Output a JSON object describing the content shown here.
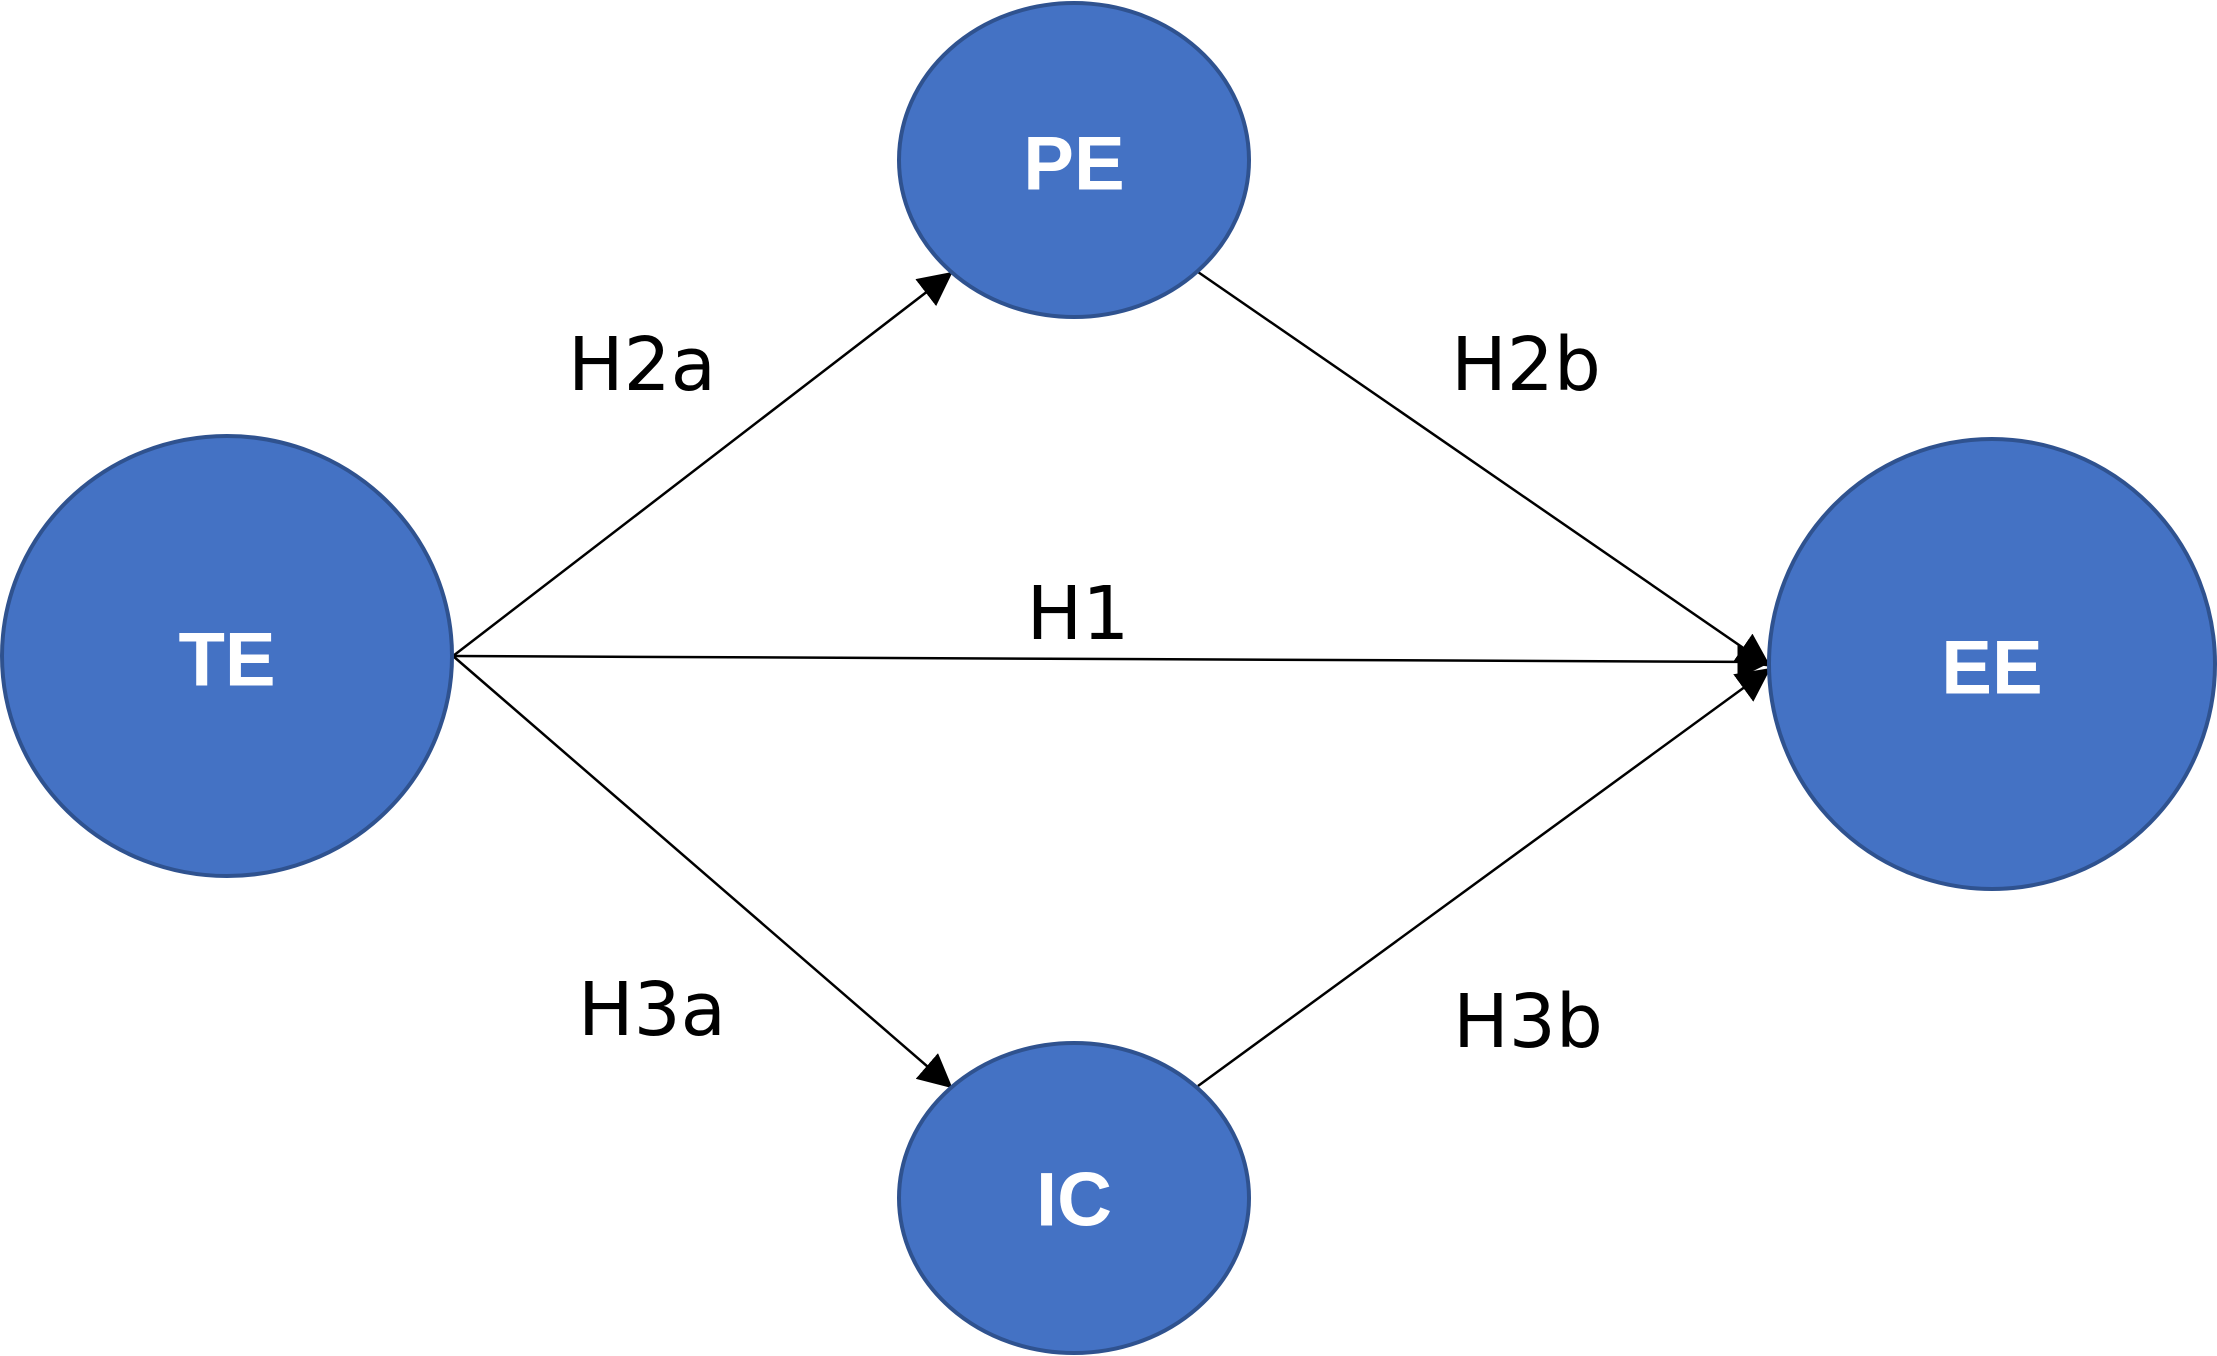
{
  "colors": {
    "node_fill": "#4472C4",
    "node_stroke": "#2F528F",
    "node_text": "#ffffff",
    "edge": "#000000",
    "edge_label_text": "#000000"
  },
  "nodes": {
    "te": {
      "label": "TE"
    },
    "pe": {
      "label": "PE"
    },
    "ic": {
      "label": "IC"
    },
    "ee": {
      "label": "EE"
    }
  },
  "edges": {
    "h1": {
      "label": "H1",
      "from": "TE",
      "to": "EE"
    },
    "h2a": {
      "label": "H2a",
      "from": "TE",
      "to": "PE"
    },
    "h2b": {
      "label": "H2b",
      "from": "PE",
      "to": "EE"
    },
    "h3a": {
      "label": "H3a",
      "from": "TE",
      "to": "IC"
    },
    "h3b": {
      "label": "H3b",
      "from": "IC",
      "to": "EE"
    }
  }
}
